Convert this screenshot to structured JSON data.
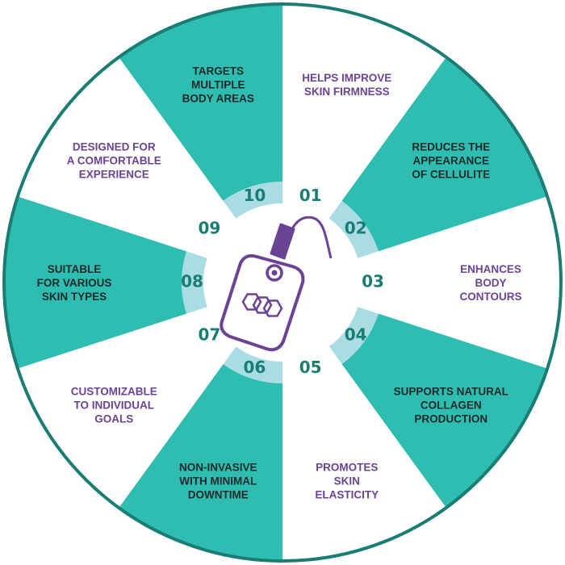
{
  "colors": {
    "teal": "#2fbcb1",
    "light_teal": "#a9dde3",
    "white": "#ffffff",
    "border": "#1a7d73",
    "number": "#1a7d73",
    "purple": "#6b4394",
    "dark_text": "#1b2a2a"
  },
  "center_icon": "body-contouring-device-icon",
  "segments": [
    {
      "number": "01",
      "lines": [
        "HELPS IMPROVE",
        "SKIN FIRMNESS"
      ],
      "style": "white"
    },
    {
      "number": "02",
      "lines": [
        "REDUCES THE",
        "APPEARANCE",
        "OF CELLULITE"
      ],
      "style": "teal"
    },
    {
      "number": "03",
      "lines": [
        "ENHANCES",
        "BODY",
        "CONTOURS"
      ],
      "style": "white"
    },
    {
      "number": "04",
      "lines": [
        "SUPPORTS NATURAL",
        "COLLAGEN",
        "PRODUCTION"
      ],
      "style": "teal"
    },
    {
      "number": "05",
      "lines": [
        "PROMOTES",
        "SKIN",
        "ELASTICITY"
      ],
      "style": "white"
    },
    {
      "number": "06",
      "lines": [
        "NON-INVASIVE",
        "WITH MINIMAL",
        "DOWNTIME"
      ],
      "style": "teal"
    },
    {
      "number": "07",
      "lines": [
        "CUSTOMIZABLE",
        "TO INDIVIDUAL",
        "GOALS"
      ],
      "style": "white"
    },
    {
      "number": "08",
      "lines": [
        "SUITABLE",
        "FOR VARIOUS",
        "SKIN TYPES"
      ],
      "style": "teal"
    },
    {
      "number": "09",
      "lines": [
        "DESIGNED FOR",
        "A COMFORTABLE",
        "EXPERIENCE"
      ],
      "style": "white"
    },
    {
      "number": "10",
      "lines": [
        "TARGETS",
        "MULTIPLE",
        "BODY AREAS"
      ],
      "style": "teal"
    }
  ]
}
